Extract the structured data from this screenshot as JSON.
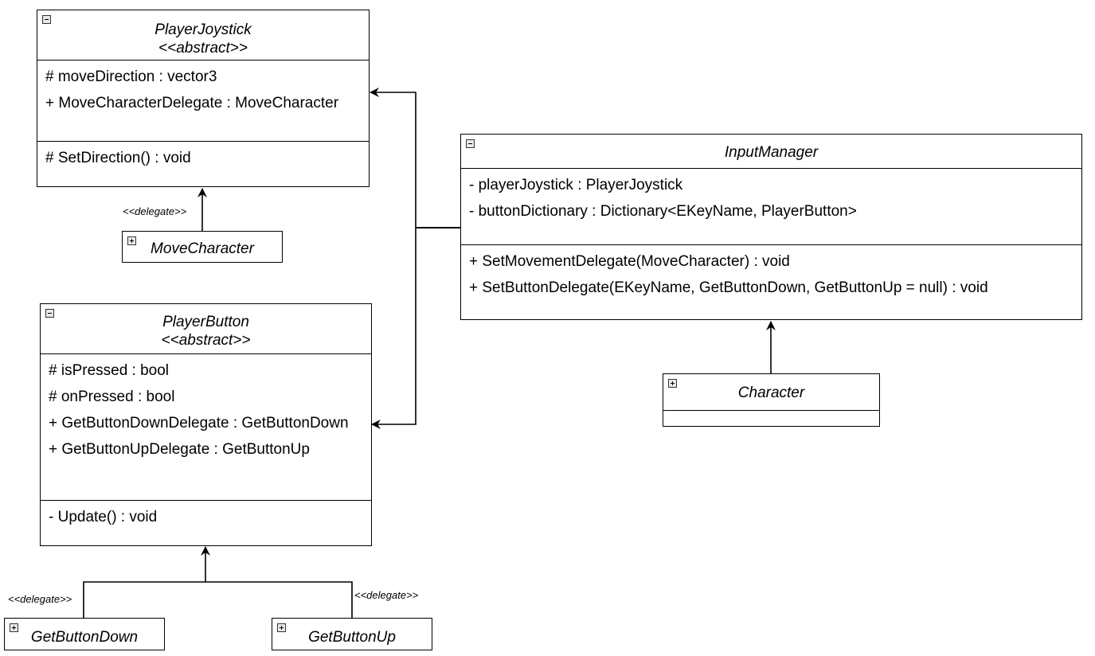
{
  "classes": {
    "player_joystick": {
      "name": "PlayerJoystick",
      "stereotype": "<<abstract>>",
      "attributes": [
        "# moveDirection : vector3",
        "+ MoveCharacterDelegate : MoveCharacter"
      ],
      "operations": [
        "# SetDirection() : void"
      ]
    },
    "player_button": {
      "name": "PlayerButton",
      "stereotype": "<<abstract>>",
      "attributes": [
        "# isPressed : bool",
        "# onPressed : bool",
        "+ GetButtonDownDelegate : GetButtonDown",
        "+ GetButtonUpDelegate : GetButtonUp"
      ],
      "operations": [
        "- Update() : void"
      ]
    },
    "input_manager": {
      "name": "InputManager",
      "attributes": [
        "- playerJoystick : PlayerJoystick",
        "- buttonDictionary : Dictionary<EKeyName, PlayerButton>"
      ],
      "operations": [
        "+ SetMovementDelegate(MoveCharacter) : void",
        "+ SetButtonDelegate(EKeyName, GetButtonDown, GetButtonUp = null) : void"
      ]
    },
    "move_character": {
      "name": "MoveCharacter"
    },
    "character": {
      "name": "Character"
    },
    "get_button_down": {
      "name": "GetButtonDown"
    },
    "get_button_up": {
      "name": "GetButtonUp"
    }
  },
  "labels": {
    "delegate_move": "<<delegate>>",
    "delegate_down": "<<delegate>>",
    "delegate_up": "<<delegate>>"
  },
  "icons": {
    "collapse": "minus-toggle-icon",
    "expand": "plus-toggle-icon"
  }
}
